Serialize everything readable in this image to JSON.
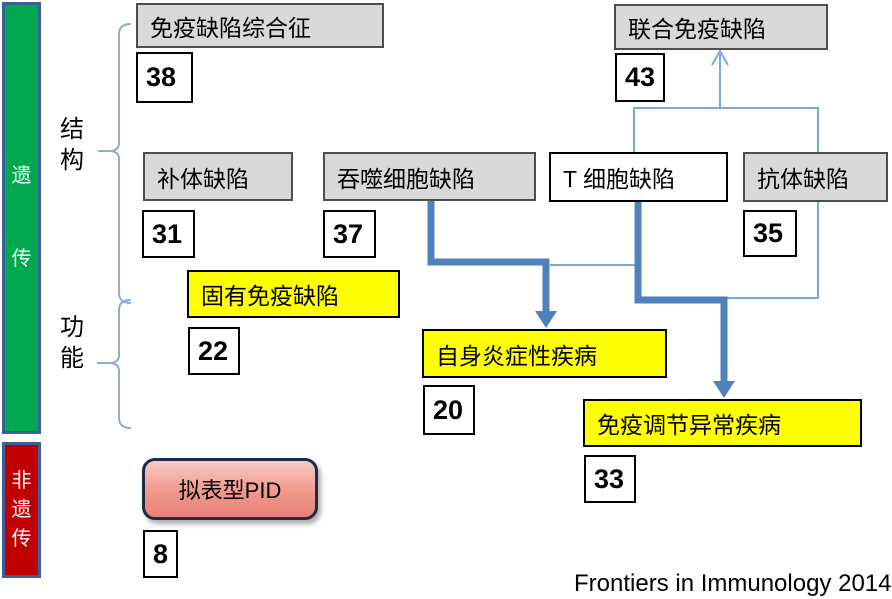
{
  "diagram": {
    "caption": "Frontiers in Immunology 2014",
    "left_bars": {
      "genetic": {
        "label": "遗传"
      },
      "non_genetic": {
        "label": "非遗传"
      }
    },
    "group_labels": {
      "structure": "结构",
      "function": "功能"
    },
    "nodes": {
      "syndromes": {
        "label": "免疫缺陷综合征",
        "count": "38"
      },
      "combined": {
        "label": "联合免疫缺陷",
        "count": "43"
      },
      "complement": {
        "label": "补体缺陷",
        "count": "31"
      },
      "phagocyte": {
        "label": "吞噬细胞缺陷",
        "count": "37"
      },
      "tcell": {
        "label": "T 细胞缺陷"
      },
      "antibody": {
        "label": "抗体缺陷",
        "count": "35"
      },
      "innate": {
        "label": "固有免疫缺陷",
        "count": "22"
      },
      "autoinflammatory": {
        "label": "自身炎症性疾病",
        "count": "20"
      },
      "dysregulation": {
        "label": "免疫调节异常疾病",
        "count": "33"
      },
      "phenocopy": {
        "label": "拟表型PID",
        "count": "8"
      }
    },
    "colors": {
      "thick_arrow": "#4f81bd",
      "thin_connector": "#7da7d6",
      "brace": "#8fadd1",
      "node_gray": "#d9d9d9",
      "node_yellow": "#ffff00",
      "genetic_bar_green": "#00a94f",
      "non_genetic_bar_red": "#c00000",
      "bar_border_blue": "#3a6096",
      "phenocopy_pink": "#f0988d",
      "phenocopy_border_navy": "#1c2b4a"
    }
  }
}
